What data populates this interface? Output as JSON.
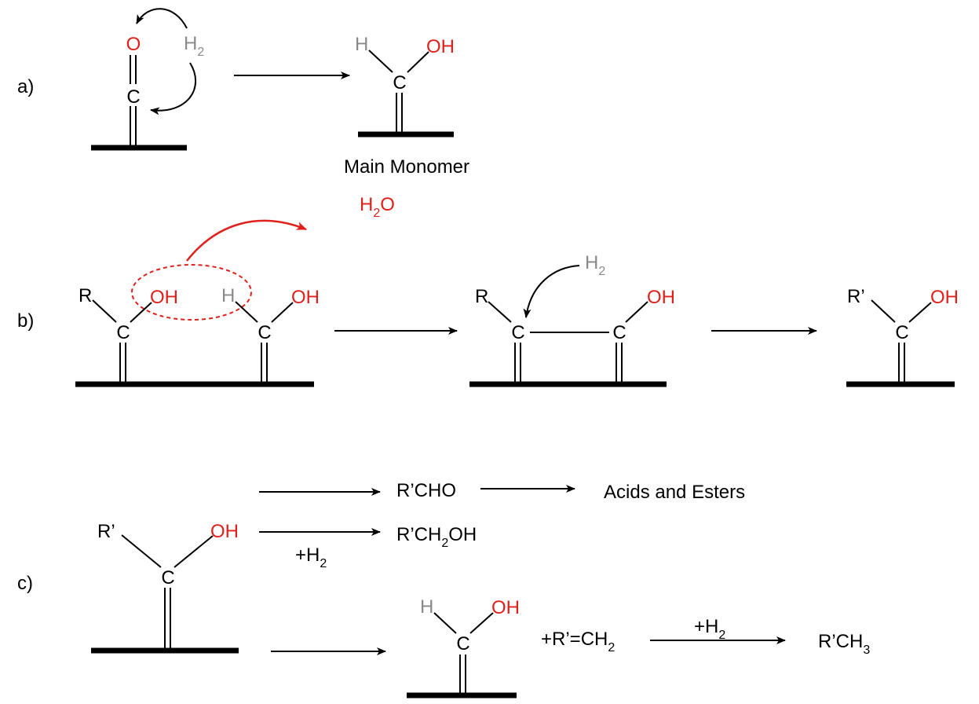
{
  "colors": {
    "black": "#000000",
    "oxygen_red": "#e0201b",
    "hydrogen_gray": "#8a8a8a"
  },
  "labels": {
    "a": "a)",
    "b": "b)",
    "c": "c)"
  },
  "atoms": {
    "C": "C",
    "O": "O",
    "OH": "OH",
    "H": "H",
    "R": "R",
    "Rp": "R’"
  },
  "reagents": {
    "H2_base": "H",
    "H2_sub": "2",
    "H2O_base": "H",
    "H2O_sub": "2",
    "H2O_tail": "O",
    "plusH2_base": "+H",
    "plusH2_sub": "2"
  },
  "captions": {
    "main_monomer": "Main Monomer"
  },
  "products": {
    "rcho": "R’CHO",
    "acids_esters": "Acids and Esters",
    "rch2oh_pre": "R’CH",
    "rch2oh_sub": "2",
    "rch2oh_post": "OH",
    "rch2_pre": "+R’=CH",
    "rch2_sub": "2",
    "rch3_pre": "R’CH",
    "rch3_sub": "3"
  }
}
